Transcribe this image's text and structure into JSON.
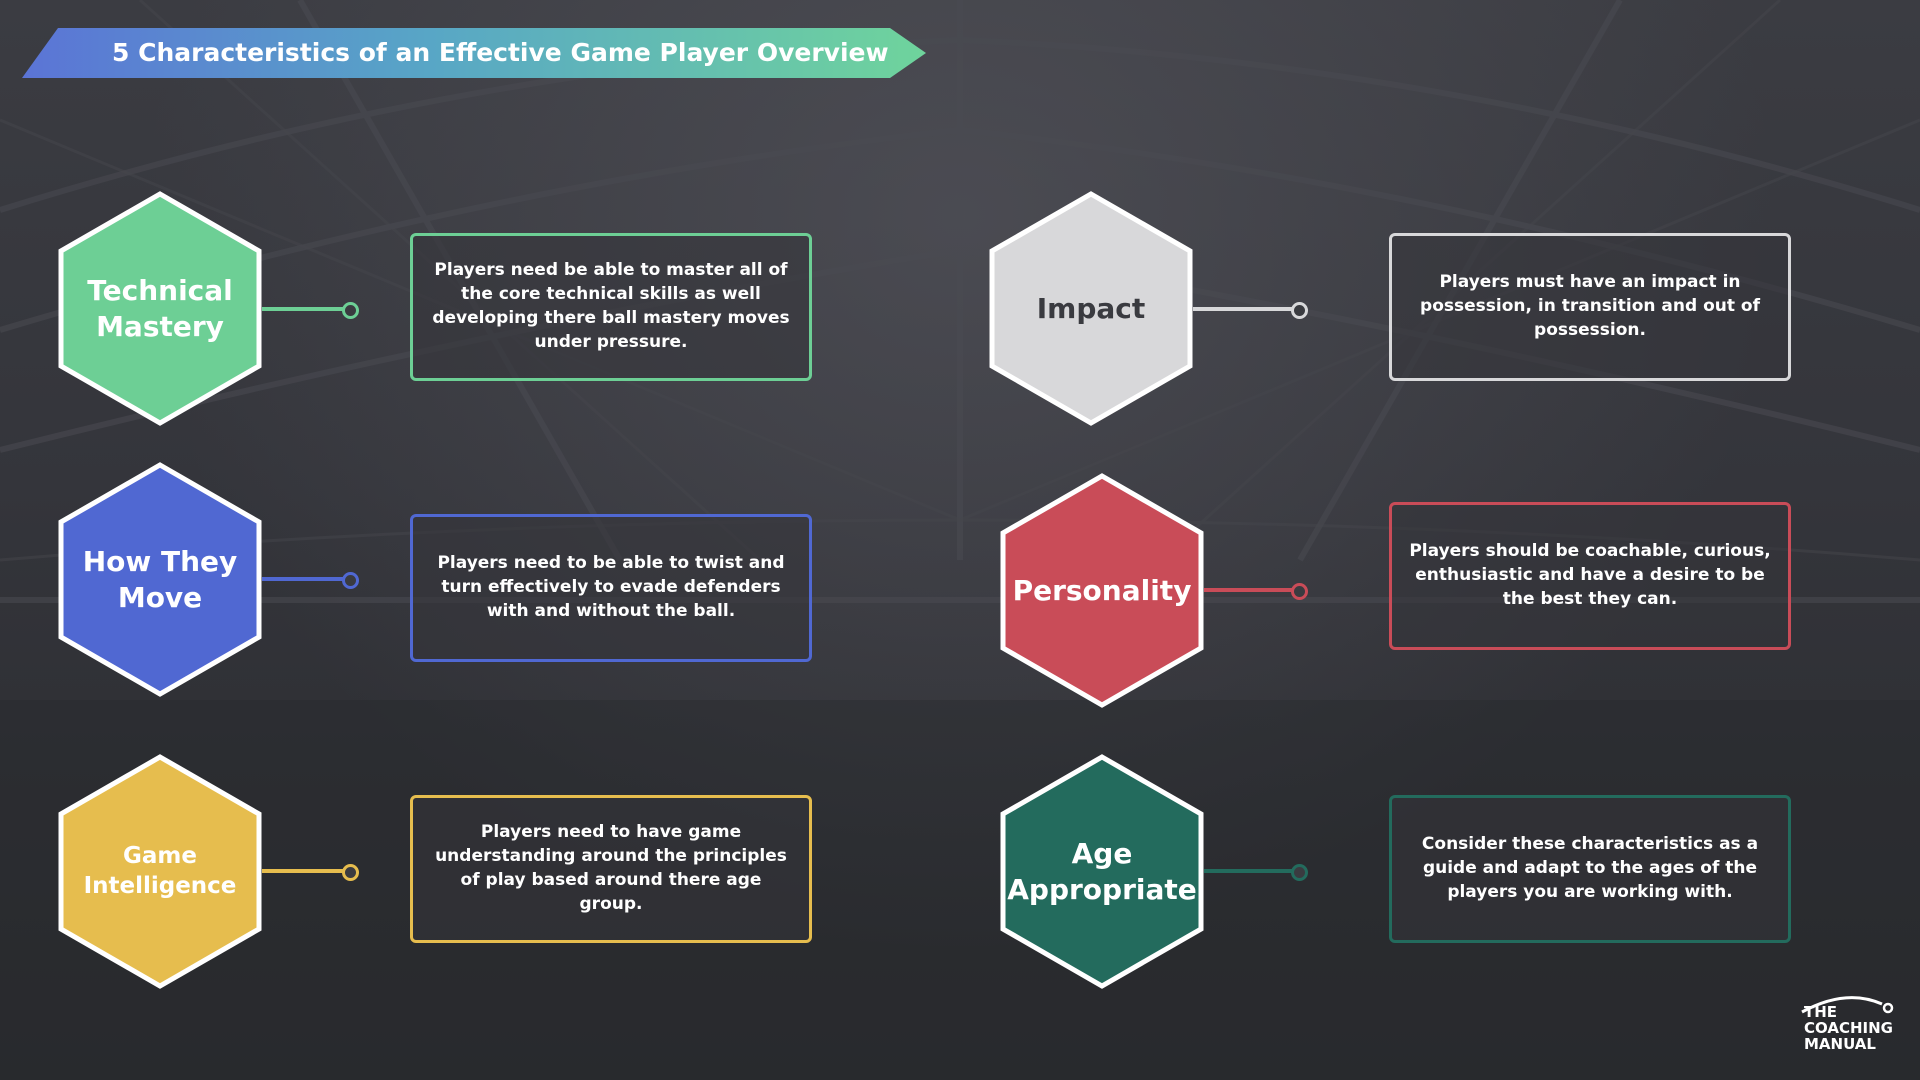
{
  "title": "5 Characteristics of an Effective Game Player Overview",
  "colors": {
    "green": "#6dcf95",
    "blue": "#5068d2",
    "yellow": "#e6bd4e",
    "gray": "#d8d8da",
    "red": "#c94c58",
    "teal": "#236b5d"
  },
  "characteristics": [
    {
      "label": "Technical Mastery",
      "description": "Players need be able to master all of the core technical skills as well developing there ball mastery moves under pressure."
    },
    {
      "label": "How They Move",
      "description": "Players need to be able to twist and turn effectively to evade defenders with and without the ball."
    },
    {
      "label": "Game Intelligence",
      "description": "Players need to have game understanding around the principles of play based around there age group."
    },
    {
      "label": "Impact",
      "description": "Players must have an impact in possession, in transition and out of possession."
    },
    {
      "label": "Personality",
      "description": "Players should be coachable, curious, enthusiastic and have a desire to be the best they can."
    },
    {
      "label": "Age Appropriate",
      "description": "Consider these characteristics as a guide and adapt to the ages of the players you are working with."
    }
  ],
  "logo": {
    "line1": "THE",
    "line2": "COACHING",
    "line3": "MANUAL"
  }
}
